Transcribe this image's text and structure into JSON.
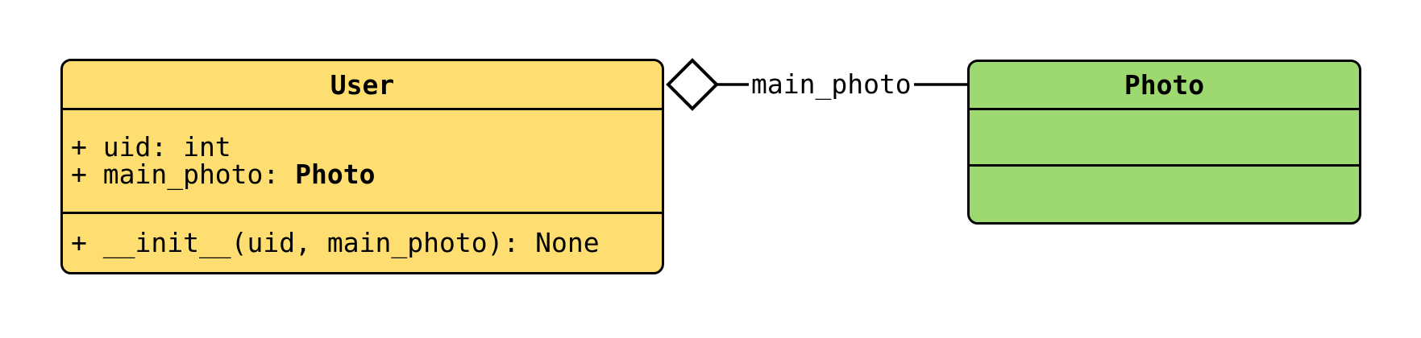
{
  "diagram": {
    "type": "uml-class-diagram",
    "colors": {
      "user_fill": "#FFDE71",
      "photo_fill": "#9ED870",
      "stroke": "#000000",
      "background": "#FFFFFF",
      "diamond_fill": "#FFFFFF"
    },
    "classes": {
      "user": {
        "title": "User",
        "attributes": {
          "attr1": "+ uid: int",
          "attr2_prefix": "+ main_photo: ",
          "attr2_type": "Photo"
        },
        "methods": {
          "method1": "+ __init__(uid, main_photo): None"
        }
      },
      "photo": {
        "title": "Photo",
        "attributes": {},
        "methods": {}
      }
    },
    "relation": {
      "label": "main_photo",
      "kind": "aggregation",
      "from": "User",
      "to": "Photo"
    }
  }
}
